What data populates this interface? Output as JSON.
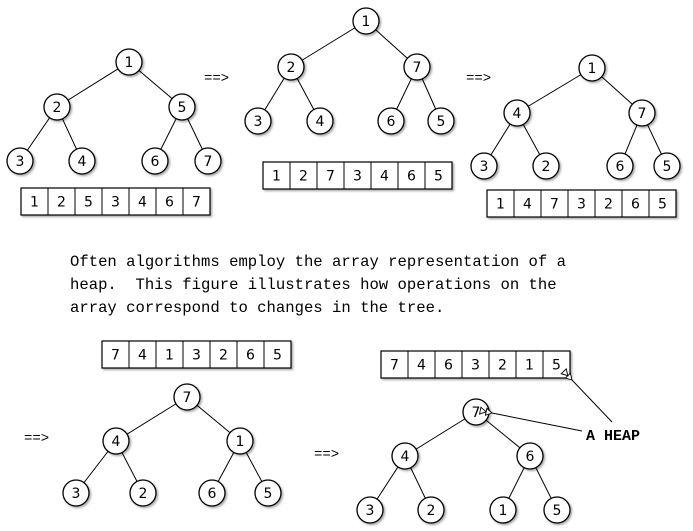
{
  "caption": {
    "lines": [
      "Often algorithms employ the array representation of a",
      "heap.  This figure illustrates how operations on the",
      "array correspond to changes in the tree."
    ]
  },
  "transition_arrow": "==>",
  "heap_label": "A HEAP",
  "trees": [
    {
      "nodes": [
        "1",
        "2",
        "5",
        "3",
        "4",
        "6",
        "7"
      ]
    },
    {
      "nodes": [
        "1",
        "2",
        "7",
        "3",
        "4",
        "6",
        "5"
      ]
    },
    {
      "nodes": [
        "1",
        "4",
        "7",
        "3",
        "2",
        "6",
        "5"
      ]
    },
    {
      "nodes": [
        "7",
        "4",
        "1",
        "3",
        "2",
        "6",
        "5"
      ]
    },
    {
      "nodes": [
        "7",
        "4",
        "6",
        "3",
        "2",
        "1",
        "5"
      ]
    }
  ],
  "arrays": [
    {
      "cells": [
        "1",
        "2",
        "5",
        "3",
        "4",
        "6",
        "7"
      ]
    },
    {
      "cells": [
        "1",
        "2",
        "7",
        "3",
        "4",
        "6",
        "5"
      ]
    },
    {
      "cells": [
        "1",
        "4",
        "7",
        "3",
        "2",
        "6",
        "5"
      ]
    },
    {
      "cells": [
        "7",
        "4",
        "1",
        "3",
        "2",
        "6",
        "5"
      ]
    },
    {
      "cells": [
        "7",
        "4",
        "6",
        "3",
        "2",
        "1",
        "5"
      ]
    }
  ]
}
